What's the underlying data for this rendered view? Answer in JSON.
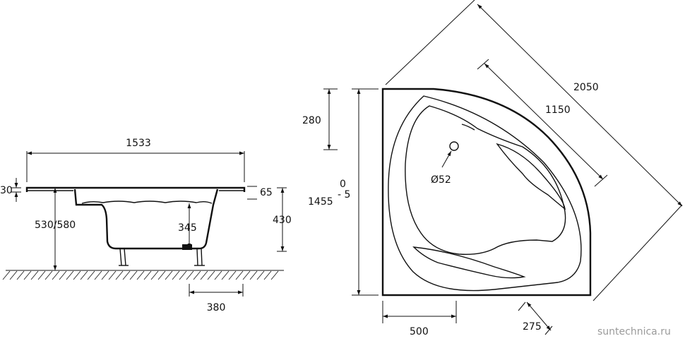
{
  "side_view": {
    "length": "1533",
    "rim": "30",
    "height": "530/580",
    "depth_right": "65",
    "inner_depth": "345",
    "height_right": "430",
    "feet_spacing": "380"
  },
  "top_view": {
    "width_top": "280",
    "side_length": "1455",
    "tolerance": "0\n- 5",
    "tol_plus": "0",
    "tol_minus": "- 5",
    "diagonal": "2050",
    "inner_diagonal": "1150",
    "drain": "Ø52",
    "bottom_width": "500",
    "corner": "275"
  },
  "watermark": "suntechnica.ru"
}
